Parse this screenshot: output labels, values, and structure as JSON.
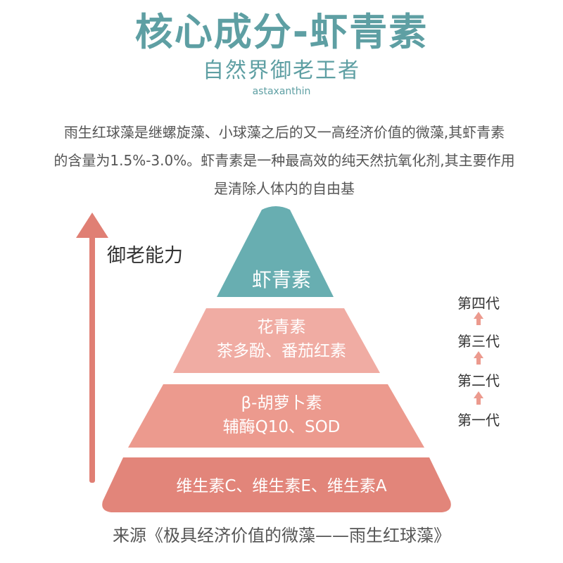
{
  "header": {
    "title": "核心成分-虾青素",
    "subtitle": "自然界御老王者",
    "latin_name": "astaxanthin"
  },
  "description": {
    "lines": [
      "雨生红球藻是继螺旋藻、小球藻之后的又一高经济价值的微藻,其虾青素",
      "的含量为1.5%-3.0%。虾青素是一种最高效的纯天然抗氧化剂,其主要作用",
      "是清除人体内的自由基"
    ]
  },
  "axis": {
    "label": "御老能力",
    "arrow_color": "#e07f74"
  },
  "pyramid": {
    "tiers": [
      {
        "lines": [
          "虾青素"
        ],
        "color": "#68aeb1"
      },
      {
        "lines": [
          "花青素",
          "茶多酚、番茄红素"
        ],
        "color": "#f0aca3"
      },
      {
        "lines": [
          "β-胡萝卜素",
          "辅酶Q10、SOD"
        ],
        "color": "#ec9a8e"
      },
      {
        "lines": [
          "维生素C、维生素E、维生素A"
        ],
        "color": "#e2857a"
      }
    ]
  },
  "generations": {
    "labels": [
      "第四代",
      "第三代",
      "第二代",
      "第一代"
    ],
    "arrow_color": "#ec9a8e"
  },
  "source": "来源《极具经济价值的微藻——雨生红球藻》"
}
